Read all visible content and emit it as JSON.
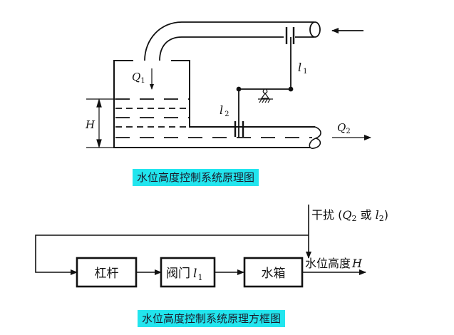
{
  "schematic": {
    "labels": {
      "q1": "Q",
      "q1_sub": "1",
      "q2": "Q",
      "q2_sub": "2",
      "l1": "l",
      "l1_sub": "1",
      "l2": "l",
      "l2_sub": "2",
      "h": "H"
    },
    "caption": "水位高度控制系统原理图"
  },
  "block_diagram": {
    "disturbance_prefix": "干扰 (",
    "disturbance_q": "Q",
    "disturbance_q_sub": "2",
    "disturbance_or": " 或 ",
    "disturbance_l": "l",
    "disturbance_l_sub": "2",
    "disturbance_suffix": ")",
    "blocks": [
      {
        "label": "杠杆"
      },
      {
        "label": "阀门",
        "var": "l",
        "var_sub": "1"
      },
      {
        "label": "水箱"
      }
    ],
    "output_label": "水位高度",
    "output_var": "H",
    "caption": "水位高度控制系统原理方框图"
  },
  "colors": {
    "caption_bg": "#22e5ee",
    "line": "#111111"
  }
}
